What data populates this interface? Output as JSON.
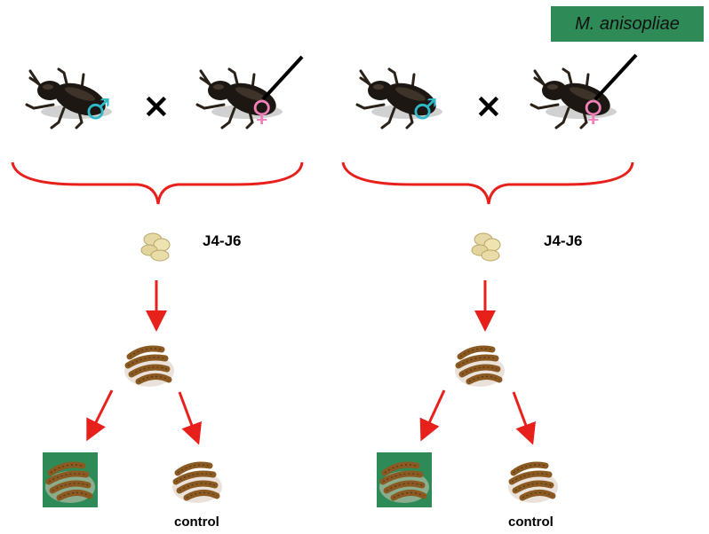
{
  "fungus_label": "M. anisopliae",
  "sex_symbols": {
    "male": "♂",
    "female": "♀"
  },
  "cross_symbol": "×",
  "colors": {
    "bracket": "#e8201c",
    "arrow": "#e8201c",
    "male_symbol": "#2fb8c8",
    "female_symbol": "#f080b8",
    "fungus_box": "#2e8b57",
    "beetle": "#1c1712",
    "larva": "#8a5a22"
  },
  "panels": [
    {
      "id": "left",
      "stage_label": "J4-J6",
      "control_label": "control",
      "female_treated": true
    },
    {
      "id": "right",
      "stage_label": "J4-J6",
      "control_label": "control",
      "female_treated": true
    }
  ]
}
